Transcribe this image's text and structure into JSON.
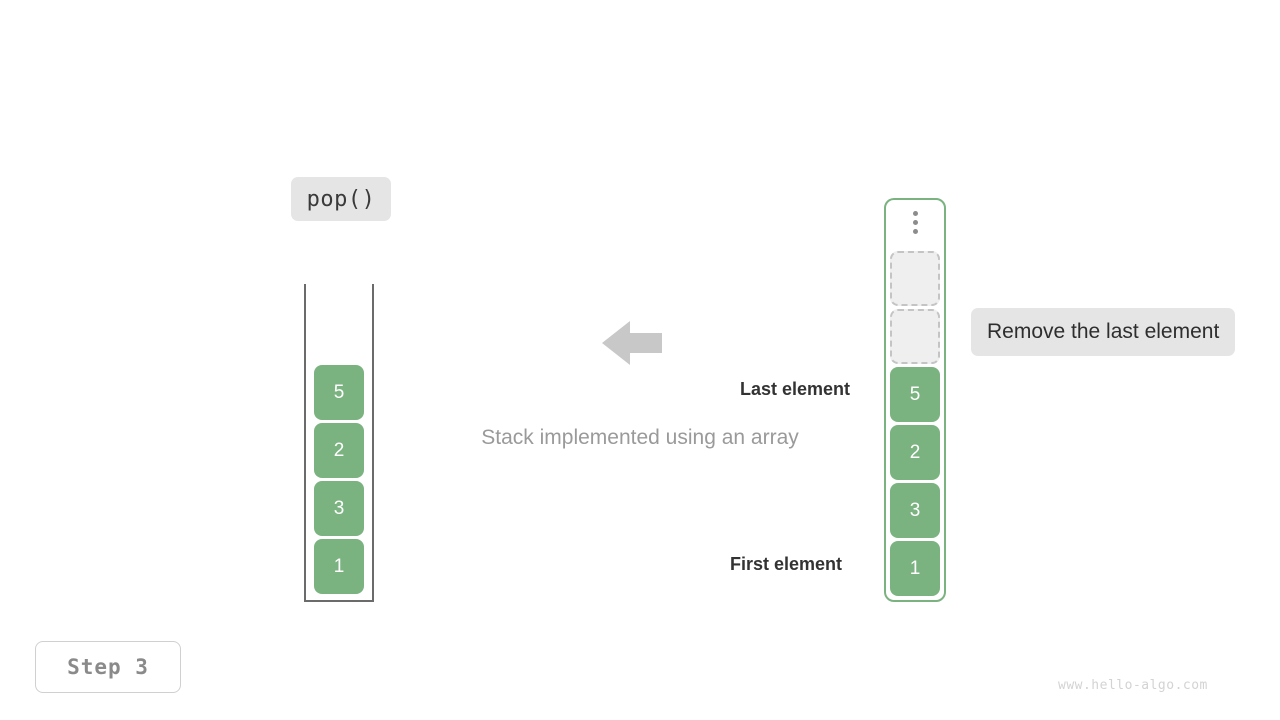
{
  "operation": {
    "label": "pop()"
  },
  "left_stack": {
    "name": "stack-container",
    "cells": [
      {
        "value": "5"
      },
      {
        "value": "2"
      },
      {
        "value": "3"
      },
      {
        "value": "1"
      }
    ]
  },
  "arrow": {
    "icon": "arrow-left-icon",
    "color": "#c8c8c8"
  },
  "caption": {
    "text": "Stack implemented using an array"
  },
  "labels": {
    "last_element": "Last element",
    "first_element": "First element"
  },
  "right_stack": {
    "name": "array-container",
    "ellipsis_icon": "vertical-ellipsis-icon",
    "empty_slots": 2,
    "cells": [
      {
        "value": "5"
      },
      {
        "value": "2"
      },
      {
        "value": "3"
      },
      {
        "value": "1"
      }
    ]
  },
  "callout": {
    "text": "Remove the last element"
  },
  "step_badge": {
    "text": "Step 3"
  },
  "watermark": {
    "text": "www.hello-algo.com"
  },
  "colors": {
    "cell_green": "#7ab380",
    "chip_gray": "#e5e5e5",
    "arrow_gray": "#c8c8c8",
    "caption_gray": "#9a9a9a",
    "container_border": "#6b6b6b"
  }
}
